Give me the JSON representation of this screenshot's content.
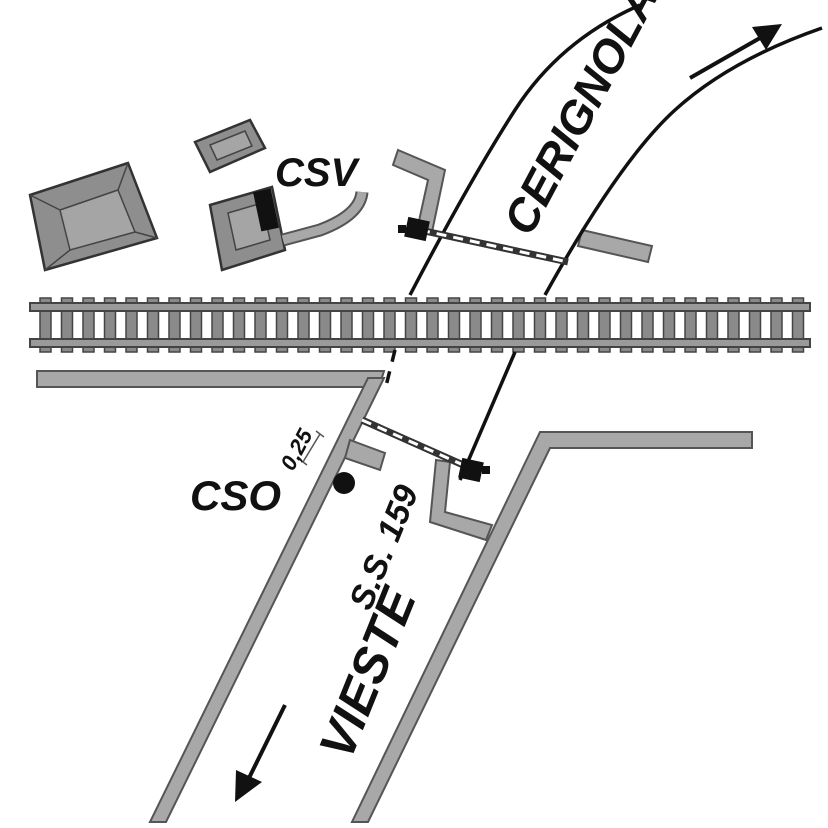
{
  "labels": {
    "destination_north": "CERIGNOLA",
    "destination_south": "VIESTE",
    "road_name": "S.S. 159",
    "signal_north": "CSV",
    "signal_south": "CSO",
    "distance": "0,25"
  },
  "colors": {
    "road": "#a8a8a8",
    "road_edge": "#555555",
    "building": "#8e8e8e",
    "building_edge": "#333333",
    "rail": "#9a9a9a",
    "sleeper": "#8a8a8a",
    "line": "#111111",
    "background": "#ffffff"
  },
  "icons": {
    "direction_north": "arrow-up-right-icon",
    "direction_south": "arrow-down-left-icon",
    "signal": "signal-dot-icon",
    "barrier": "level-crossing-barrier-icon"
  }
}
